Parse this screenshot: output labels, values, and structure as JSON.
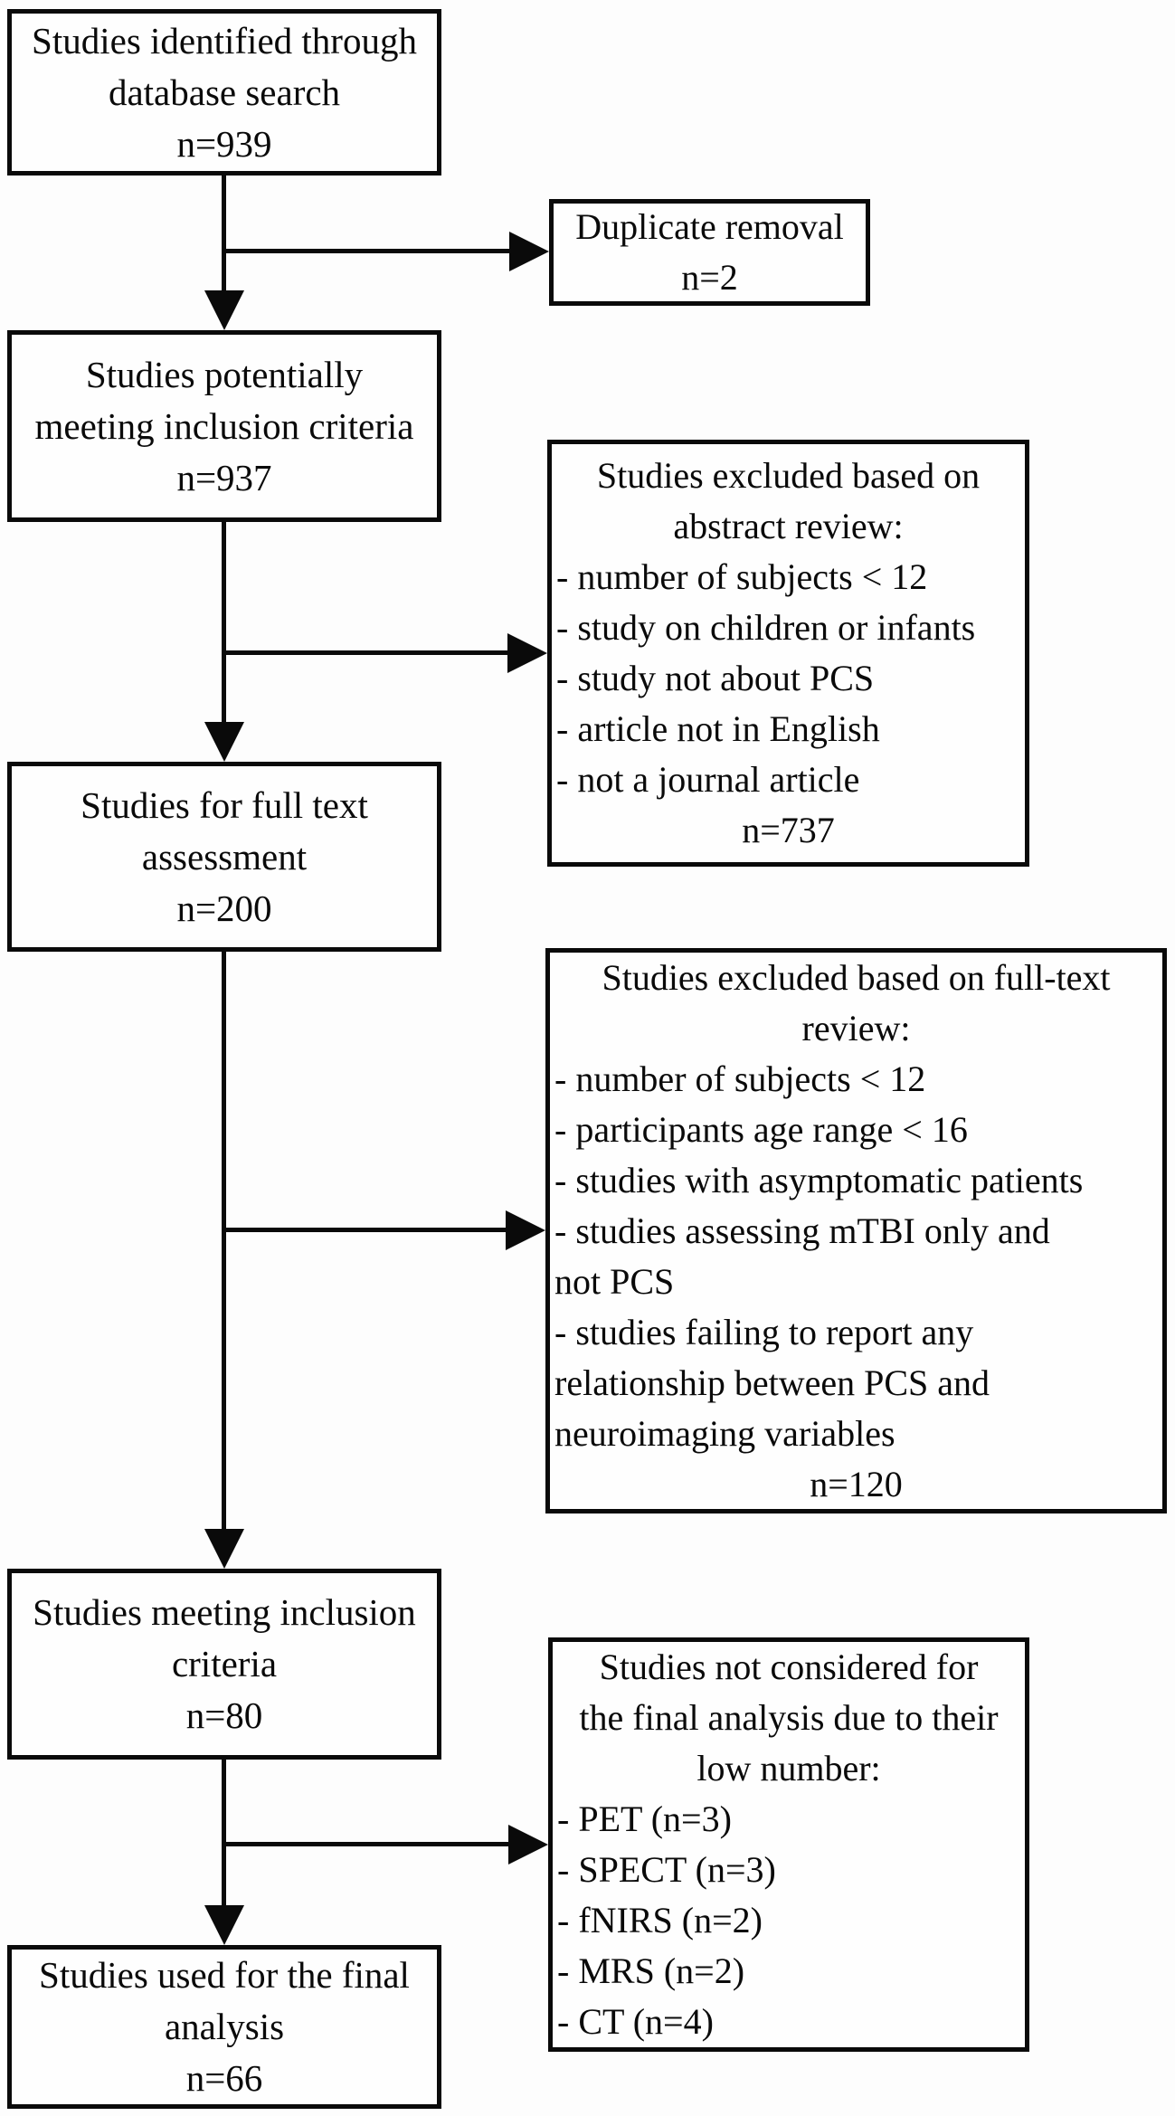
{
  "colors": {
    "stroke": "#0a0a0a",
    "background": "#ffffff"
  },
  "boxes": {
    "identified": {
      "lines": [
        "Studies identified through",
        "database search",
        "n=939"
      ]
    },
    "duplicate": {
      "lines": [
        "Duplicate removal",
        "n=2"
      ]
    },
    "potential": {
      "lines": [
        "Studies potentially",
        "meeting inclusion criteria",
        "n=937"
      ]
    },
    "abstract_excluded": {
      "lines": [
        "Studies excluded based on",
        "abstract review:",
        "- number of subjects < 12",
        "- study on children or infants",
        "- study not about PCS",
        "- article not in English",
        "- not a journal article",
        "n=737"
      ]
    },
    "fulltext": {
      "lines": [
        "Studies for full text",
        "assessment",
        "n=200"
      ]
    },
    "fulltext_excluded": {
      "lines": [
        "Studies excluded based on full-text",
        "review:",
        "- number of subjects < 12",
        "- participants age range < 16",
        "- studies with asymptomatic patients",
        "- studies assessing mTBI only and",
        "not PCS",
        "- studies failing to report any",
        "relationship between PCS and",
        "neuroimaging variables",
        "n=120"
      ]
    },
    "meeting": {
      "lines": [
        "Studies meeting inclusion",
        "criteria",
        "n=80"
      ]
    },
    "not_considered": {
      "lines": [
        "Studies not considered for",
        "the final analysis due to their",
        "low number:",
        "- PET (n=3)",
        "- SPECT (n=3)",
        "- fNIRS (n=2)",
        "- MRS (n=2)",
        "- CT (n=4)"
      ]
    },
    "final": {
      "lines": [
        "Studies used for the final",
        "analysis",
        "n=66"
      ]
    }
  }
}
